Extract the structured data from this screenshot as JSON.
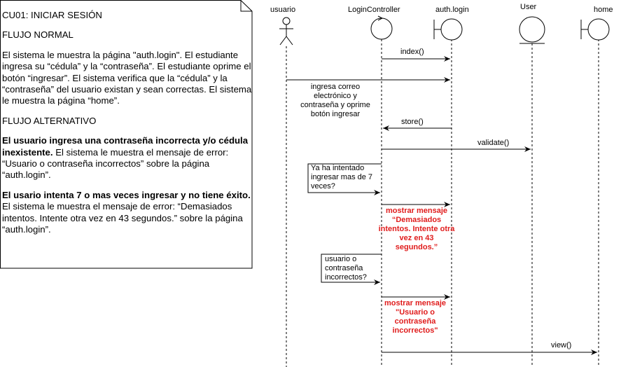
{
  "note": {
    "title": "CU01: INICIAR SESIÓN",
    "normal_heading": "FLUJO NORMAL",
    "normal_text": "El sistema le muestra la página \"auth.login\". El estudiante ingresa  su “cédula” y la “contraseña”. El estudiante oprime el botón “ingresar”. El sistema verifica que la “cédula” y la “contraseña” del usuario existan y sean correctas. El sistema le muestra la página “home”.",
    "alt_heading": "FLUJO ALTERNATIVO",
    "alt1_bold": "El usuario ingresa una contraseña incorrecta y/o cédula inexistente.",
    "alt1_text": " El sistema le muestra el mensaje de error: “Usuario o contraseña incorrectos” sobre la página “auth.login”.",
    "alt2_bold": "El usario intenta 7 o mas veces ingresar y no tiene éxito.",
    "alt2_text": " El sistema le muestra el mensaje de error: “Demasiados intentos. Intente otra vez en 43 segundos.” sobre la página “auth.login”."
  },
  "participants": {
    "usuario": "usuario",
    "login_controller": "LoginController",
    "auth_login": "auth.login",
    "user": "User",
    "home": "home"
  },
  "messages": {
    "index": "index()",
    "ingresa": "ingresa correo electrónico y contraseña y oprime botón ingresar",
    "store": "store()",
    "validate": "validate()",
    "intentos_question": "Ya ha intentado ingresar mas de 7 veces?",
    "demasiados": "mostrar mensaje “Demasiados intentos. Intente otra vez en 43 segundos.”",
    "incorrectos_question": "usuario o contraseña incorrectos?",
    "incorrectos": "mostrar mensaje \"Usuario o contraseña incorrectos\"",
    "view": "view()"
  },
  "colors": {
    "error_text": "#e01c1c",
    "line": "#000000"
  }
}
